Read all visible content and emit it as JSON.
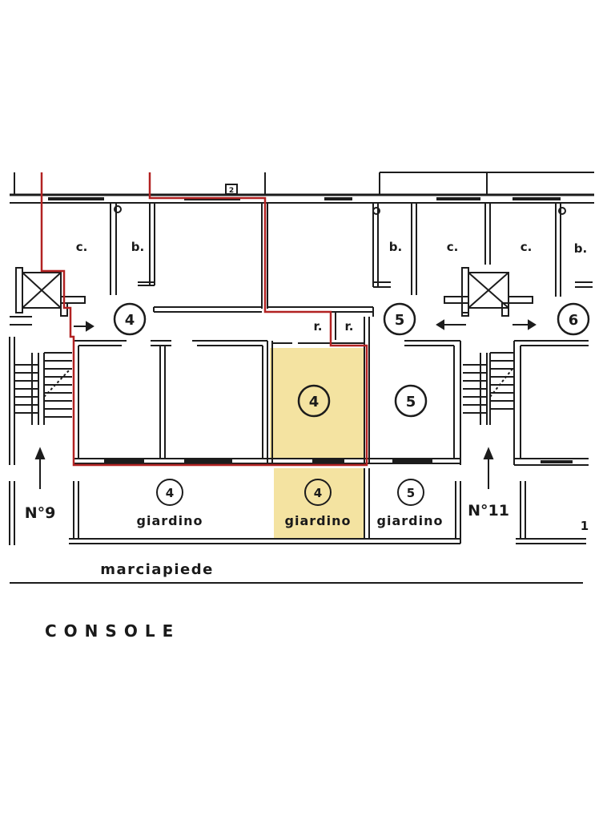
{
  "colors": {
    "highlight": "#f4e3a1",
    "boundary": "#b22222",
    "wall": "#1c1c1c"
  },
  "plan": {
    "top_room_labels": {
      "c1": "c.",
      "b1": "b.",
      "b2": "b.",
      "c2": "c.",
      "c3": "c.",
      "b3": "b."
    },
    "r_labels": [
      "r.",
      "r."
    ],
    "unit_circles": {
      "u4_top": "4",
      "u5_top": "5",
      "u6_top": "6",
      "u4_room": "4",
      "u5_room": "5",
      "u4_garden_a": "4",
      "u4_garden_b": "4",
      "u5_garden": "5"
    },
    "garden_label": "giardino",
    "entrances": [
      "N°9",
      "N°11"
    ],
    "sidewalk_label": "marciapiede",
    "wall_marker": "2",
    "partial_garden_number": "1"
  },
  "title": "CONSOLE"
}
